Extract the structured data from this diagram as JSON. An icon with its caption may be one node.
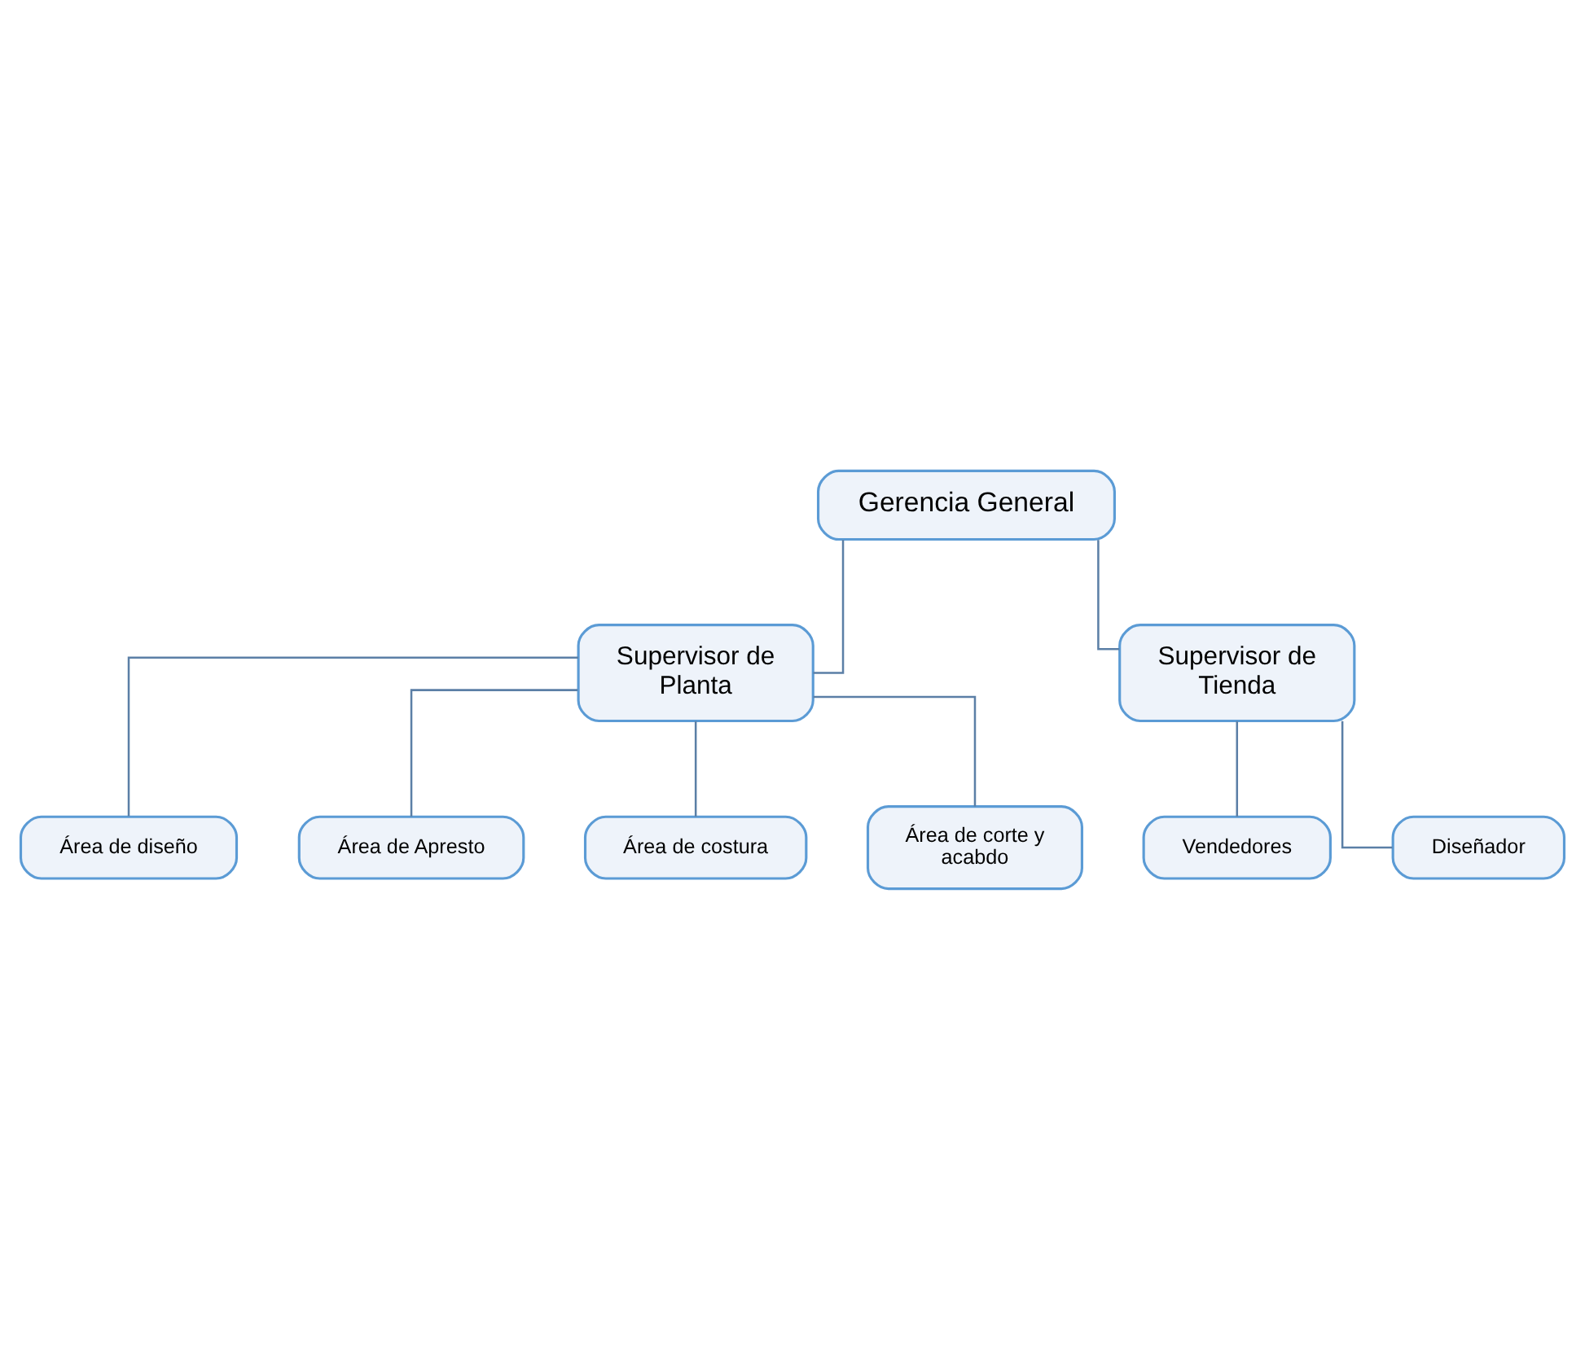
{
  "diagram": {
    "nodes": [
      {
        "text": [
          "Gerencia General"
        ]
      },
      {
        "text": [
          "Supervisor de Planta"
        ]
      },
      {
        "text": [
          "Supervisor de Tienda"
        ]
      },
      {
        "text": [
          "Área de diseño"
        ]
      },
      {
        "text": [
          "Área de Apresto"
        ]
      },
      {
        "text": [
          "Área de costura"
        ]
      },
      {
        "text": [
          "Área de corte y acabdo"
        ]
      },
      {
        "text": [
          "Vendedores"
        ]
      },
      {
        "text": [
          "Diseñador"
        ]
      }
    ],
    "edges": [
      {
        "from": 0,
        "to": 1,
        "arrow": "none"
      },
      {
        "from": 0,
        "to": 2,
        "arrow": "none"
      },
      {
        "from": 1,
        "to": 3,
        "arrow": "none"
      },
      {
        "from": 1,
        "to": 4,
        "arrow": "none"
      },
      {
        "from": 1,
        "to": 5,
        "arrow": "none"
      },
      {
        "from": 1,
        "to": 6,
        "arrow": "none"
      },
      {
        "from": 2,
        "to": 7,
        "arrow": "none"
      },
      {
        "from": 2,
        "to": 8,
        "arrow": "none"
      }
    ]
  }
}
